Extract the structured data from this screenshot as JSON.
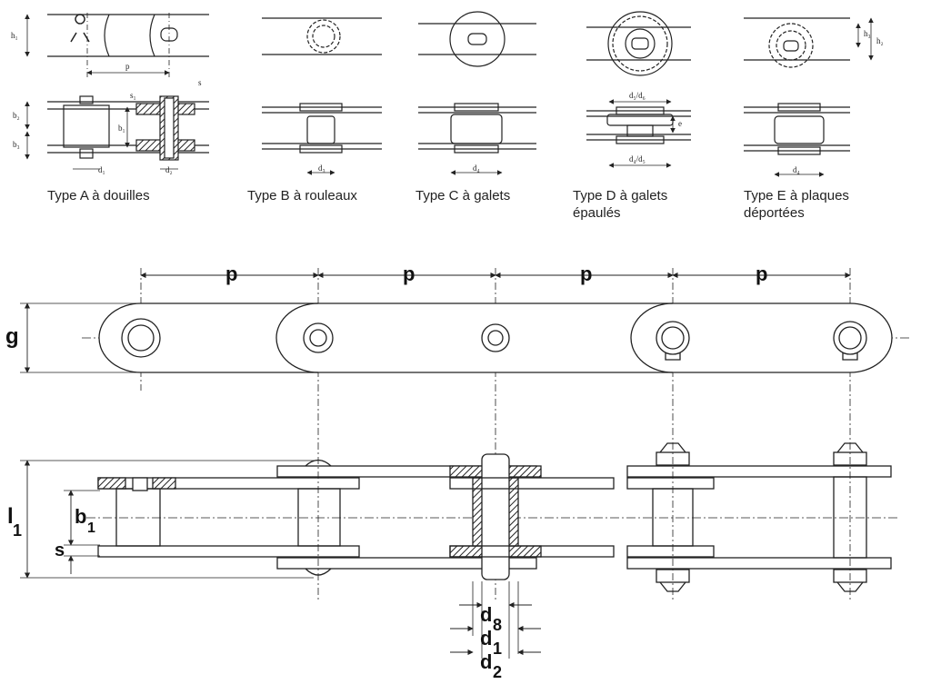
{
  "types": [
    {
      "line1": "Type A à douilles",
      "line2": ""
    },
    {
      "line1": "Type B à rouleaux",
      "line2": ""
    },
    {
      "line1": "Type C à galets",
      "line2": ""
    },
    {
      "line1": "Type D à galets",
      "line2": "épaulés"
    },
    {
      "line1": "Type E à plaques",
      "line2": "déportées"
    }
  ],
  "small_labels": {
    "h1": "h₁",
    "p": "p",
    "s1": "s₁",
    "s": "s",
    "b2": "b₂",
    "b1": "b₁",
    "b3": "b₃",
    "d1": "d₁",
    "d2": "d₂",
    "d3": "d₃",
    "d4": "d₄",
    "d5d6": "d₅/d₆",
    "d4d5": "d₄/d₅",
    "e": "e",
    "h3": "h₃",
    "h2": "h₂"
  },
  "big_labels": {
    "p": "p",
    "g": "g",
    "l1": "l",
    "l1_sub": "1",
    "b1": "b",
    "b1_sub": "1",
    "s": "s",
    "d8": "d",
    "d8_sub": "8",
    "d1": "d",
    "d1_sub": "1",
    "d2": "d",
    "d2_sub": "2"
  }
}
